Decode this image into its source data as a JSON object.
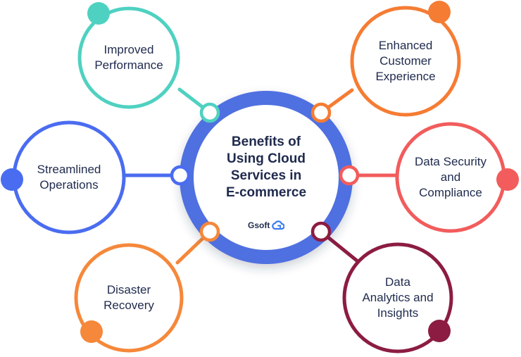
{
  "center": {
    "title": "Benefits of\nUsing Cloud\nServices in\nE-commerce",
    "brand": "Gsoft",
    "ring_color": "#4f6fe0",
    "brand_color": "#3a7bf0"
  },
  "benefits": [
    {
      "id": "improved-performance",
      "label": "Improved\nPerformance",
      "color": "#4fd1c1"
    },
    {
      "id": "enhanced-customer-experience",
      "label": "Enhanced\nCustomer\nExperience",
      "color": "#f57c33"
    },
    {
      "id": "streamlined-operations",
      "label": "Streamlined\nOperations",
      "color": "#4a6cf0"
    },
    {
      "id": "data-security-and-compliance",
      "label": "Data Security\nand\nCompliance",
      "color": "#f25c5c"
    },
    {
      "id": "disaster-recovery",
      "label": "Disaster\nRecovery",
      "color": "#f5883a"
    },
    {
      "id": "data-analytics-and-insights",
      "label": "Data\nAnalytics and\nInsights",
      "color": "#8c1c42"
    }
  ]
}
